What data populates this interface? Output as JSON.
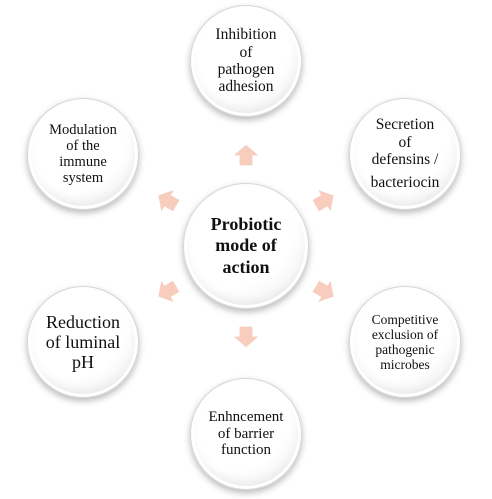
{
  "diagram": {
    "center": {
      "lines": [
        "Probiotic",
        "mode of",
        "action"
      ]
    },
    "nodes": {
      "top": {
        "lines": [
          "Inhibition",
          "of",
          "pathogen",
          "adhesion"
        ]
      },
      "top_right": {
        "lines": [
          "Secretion",
          "of",
          "defensins /",
          "bacteriocin"
        ]
      },
      "bottom_right": {
        "lines": [
          "Competitive",
          "exclusion of",
          "pathogenic",
          "microbes"
        ]
      },
      "bottom": {
        "lines": [
          "Enhncement",
          "of barrier",
          "function"
        ]
      },
      "bottom_left": {
        "lines": [
          "Reduction",
          "of luminal",
          "pH"
        ]
      },
      "top_left": {
        "lines": [
          "Modulation",
          "of the",
          "immune",
          "system"
        ]
      }
    },
    "colors": {
      "arrow_fill": "#f8cdbd",
      "node_fill": "#ffffff",
      "text": "#111111"
    }
  }
}
